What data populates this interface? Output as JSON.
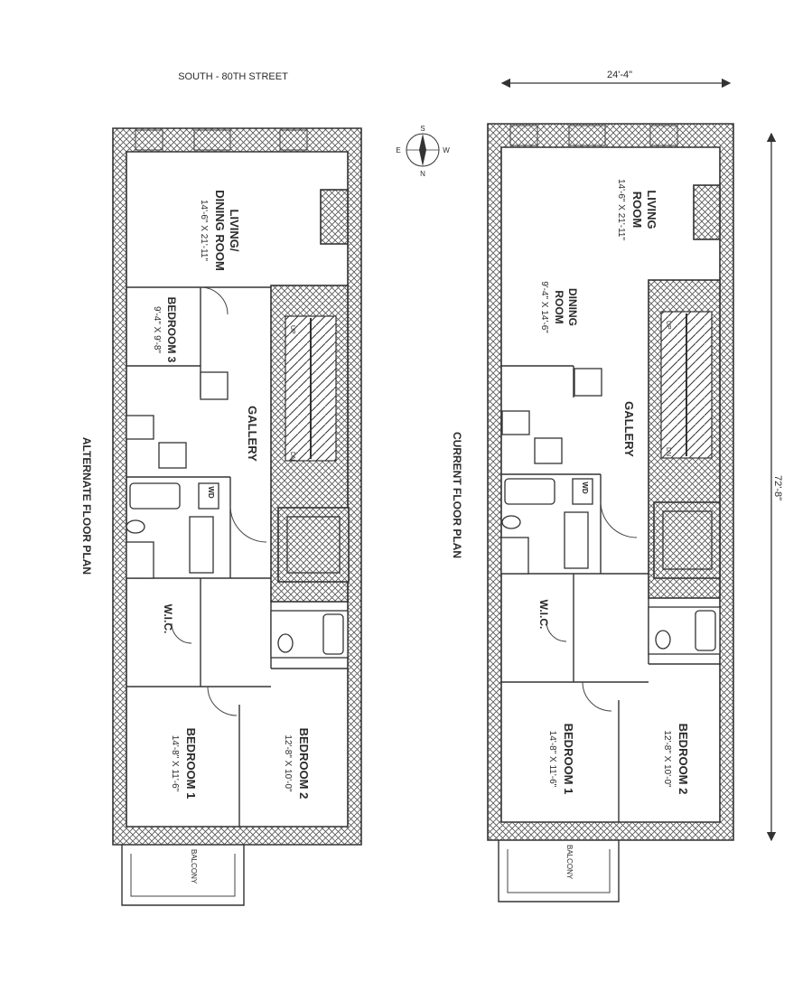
{
  "header": {
    "street": "SOUTH - 80TH STREET",
    "width_dim": "24'-4\"",
    "length_dim": "72'-8\"",
    "compass": [
      "S",
      "W",
      "E",
      "N"
    ]
  },
  "plans": {
    "alternate": {
      "title": "ALTERNATE FLOOR PLAN",
      "living": {
        "name1": "LIVING/",
        "name2": "DINING ROOM",
        "dims": "14'-6\" X 21'-11\""
      },
      "bedroom3": {
        "name": "BEDROOM 3",
        "dims": "9'-4\" X 9'-8\""
      },
      "gallery": "GALLERY",
      "wd": "WD",
      "wic": "W.I.C.",
      "bedroom1": {
        "name": "BEDROOM  1",
        "dims": "14'-8\" X 11'-6\""
      },
      "bedroom2": {
        "name": "BEDROOM  2",
        "dims": "12'-8\" X 10'-0\""
      },
      "balcony": "BALCONY",
      "stairs": {
        "up": "UP",
        "dn": "DN"
      }
    },
    "current": {
      "title": "CURRENT FLOOR PLAN",
      "living": {
        "name1": "LIVING",
        "name2": "ROOM",
        "dims": "14'-6\" X 21'-11\""
      },
      "dining": {
        "name": "DINING ROOM",
        "name1": "DINING",
        "name2": "ROOM",
        "dims": "9'-4\" X 14'-6\""
      },
      "gallery": "GALLERY",
      "wd": "WD",
      "wic": "W.I.C.",
      "bedroom1": {
        "name": "BEDROOM  1",
        "dims": "14'-8\" X 11'-6\""
      },
      "bedroom2": {
        "name": "BEDROOM  2",
        "dims": "12'-8\" X 10'-0\""
      },
      "balcony": "BALCONY",
      "stairs": {
        "up": "UP",
        "dn": "DN"
      }
    }
  }
}
